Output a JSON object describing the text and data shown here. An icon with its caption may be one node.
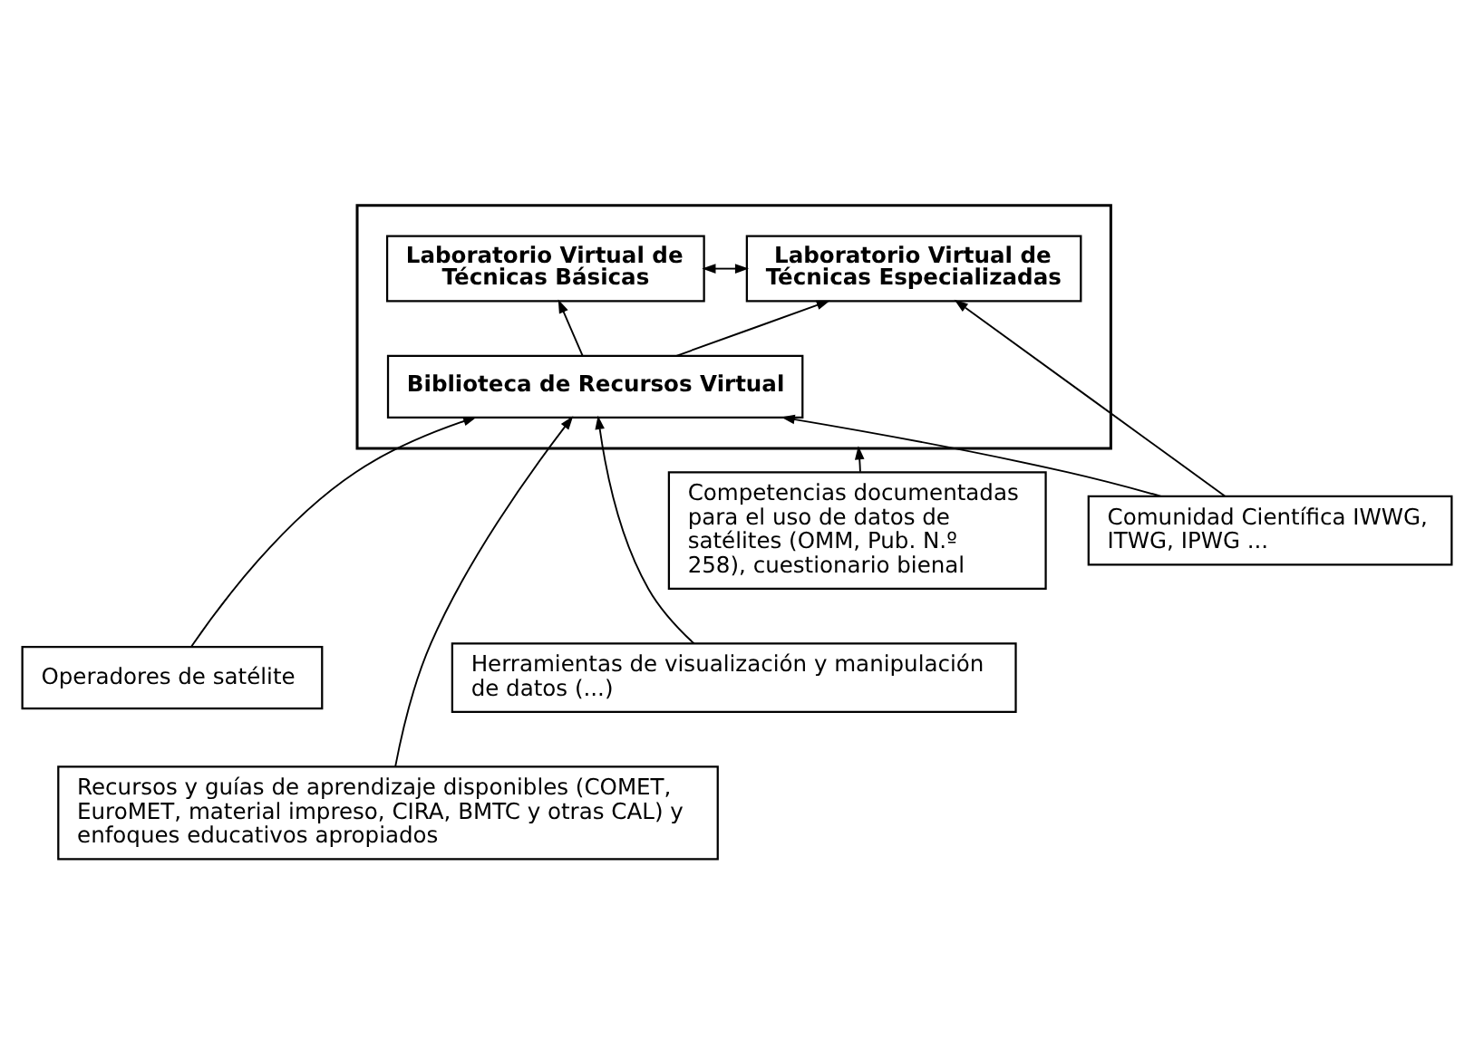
{
  "diagram": {
    "nodes": [
      {
        "text": [],
        "shape": "box"
      },
      {
        "text": [
          "Laboratorio Virtual de Técnicas Básicas"
        ],
        "in": 0
      },
      {
        "text": [
          "Laboratorio Virtual de Técnicas Especializadas"
        ],
        "in": 0
      },
      {
        "text": [
          "Biblioteca de Recursos Virtual"
        ],
        "in": 0
      },
      {
        "text": [
          "Competencias documentadas para el uso de datos de satélites (OMM, Pub. N.º 258), cuestionario bienal"
        ]
      },
      {
        "text": [
          "Comunidad Científica IWWG, ITWG, IPWG ..."
        ]
      },
      {
        "text": [
          "Herramientas de visualización y manipulación de datos (...)"
        ]
      },
      {
        "text": [
          "Operadores de satélite"
        ]
      },
      {
        "text": [
          "Recursos y guías de aprendizaje disponibles (COMET, EuroMET, material impreso, CIRA, BMTC y otras CAL) y enfoques educativos apropiados"
        ]
      }
    ],
    "edges": [
      {
        "from": 1,
        "to": 2,
        "arrow": "both"
      },
      {
        "from": 3,
        "to": 1,
        "arrow": "to"
      },
      {
        "from": 3,
        "to": 2,
        "arrow": "to"
      },
      {
        "from": 5,
        "to": 2,
        "arrow": "to"
      },
      {
        "from": 4,
        "to": 0,
        "arrow": "to"
      },
      {
        "from": 7,
        "to": 3,
        "arrow": "to"
      },
      {
        "from": 8,
        "to": 3,
        "arrow": "to"
      },
      {
        "from": 6,
        "to": 3,
        "arrow": "to"
      },
      {
        "from": 5,
        "to": 3,
        "arrow": "to"
      }
    ]
  }
}
